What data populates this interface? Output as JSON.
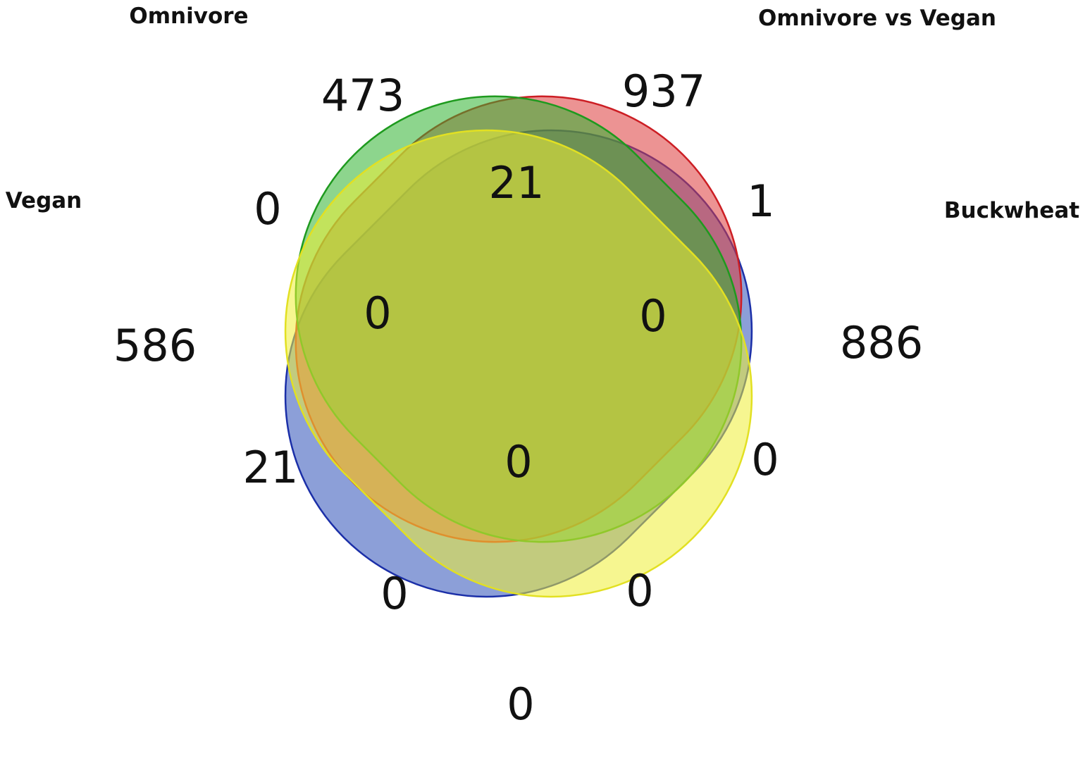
{
  "sets": [
    {
      "key": "vegan",
      "label": "Vegan",
      "fill": "#2e50b8",
      "stroke": "#1b2fa8"
    },
    {
      "key": "omnivore",
      "label": "Omnivore",
      "fill": "#dd3a3a",
      "stroke": "#cc1e24"
    },
    {
      "key": "omni_vs_vegan",
      "label": "Omnivore vs Vegan",
      "fill": "#2fb22f",
      "stroke": "#1e9a1e"
    },
    {
      "key": "buckwheat",
      "label": "Buckwheat",
      "fill": "#eeee35",
      "stroke": "#e2e022"
    }
  ],
  "regions": {
    "vegan_only": "586",
    "omnivore_only": "473",
    "omni_vs_vegan_only": "937",
    "buckwheat_only": "886",
    "vegan_omnivore": "0",
    "omnivore_omni_vs_vegan": "21",
    "omni_vs_vegan_buckwheat": "1",
    "vegan_omni_vs_vegan": "21",
    "omnivore_buckwheat": "0",
    "vegan_buckwheat": "0",
    "vegan_omnivore_omni_vs_vegan": "0",
    "omnivore_omni_vs_vegan_buckwheat": "0",
    "vegan_omnivore_buckwheat": "0",
    "vegan_omni_vs_vegan_buckwheat": "0",
    "all_four": "0"
  }
}
